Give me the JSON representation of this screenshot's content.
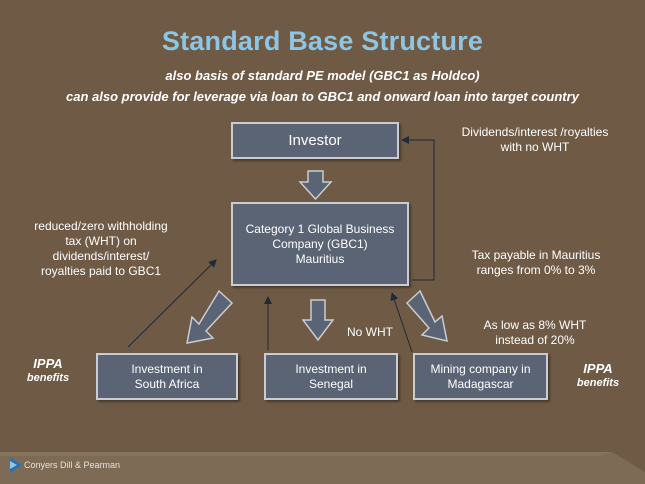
{
  "title": "Standard Base Structure",
  "subtitle_line1": "also basis of standard PE model (GBC1 as Holdco)",
  "subtitle_line2": "can also provide for leverage via loan to GBC1 and onward loan into target country",
  "boxes": {
    "investor": "Investor",
    "gbc1_line1": "Category 1 Global Business",
    "gbc1_line2": "Company (GBC1)",
    "gbc1_line3": "Mauritius",
    "sa_line1": "Investment in",
    "sa_line2": "South Africa",
    "sn_line1": "Investment in",
    "sn_line2": "Senegal",
    "mg_line1": "Mining company in",
    "mg_line2": "Madagascar"
  },
  "notes": {
    "dividends_line1": "Dividends/interest /royalties",
    "dividends_line2": "with no WHT",
    "reduced_line1": "reduced/zero withholding",
    "reduced_line2": "tax (WHT) on",
    "reduced_line3": "dividends/interest/",
    "reduced_line4": "royalties paid to GBC1",
    "tax_line1": "Tax payable in Mauritius",
    "tax_line2": "ranges from 0% to 3%",
    "no_wht": "No WHT",
    "low_line1": "As low as 8% WHT",
    "low_line2": "instead of 20%",
    "ippa_left_1": "IPPA",
    "ippa_left_2": "benefits",
    "ippa_right_1": "IPPA",
    "ippa_right_2": "benefits"
  },
  "footer": {
    "brand": "Conyers Dill & Pearman"
  },
  "colors": {
    "background": "#6e5a45",
    "title": "#8ec5e3",
    "box_fill": "#5a6474",
    "box_border": "#c9ccd2",
    "arrow_fill": "#5a6474"
  }
}
